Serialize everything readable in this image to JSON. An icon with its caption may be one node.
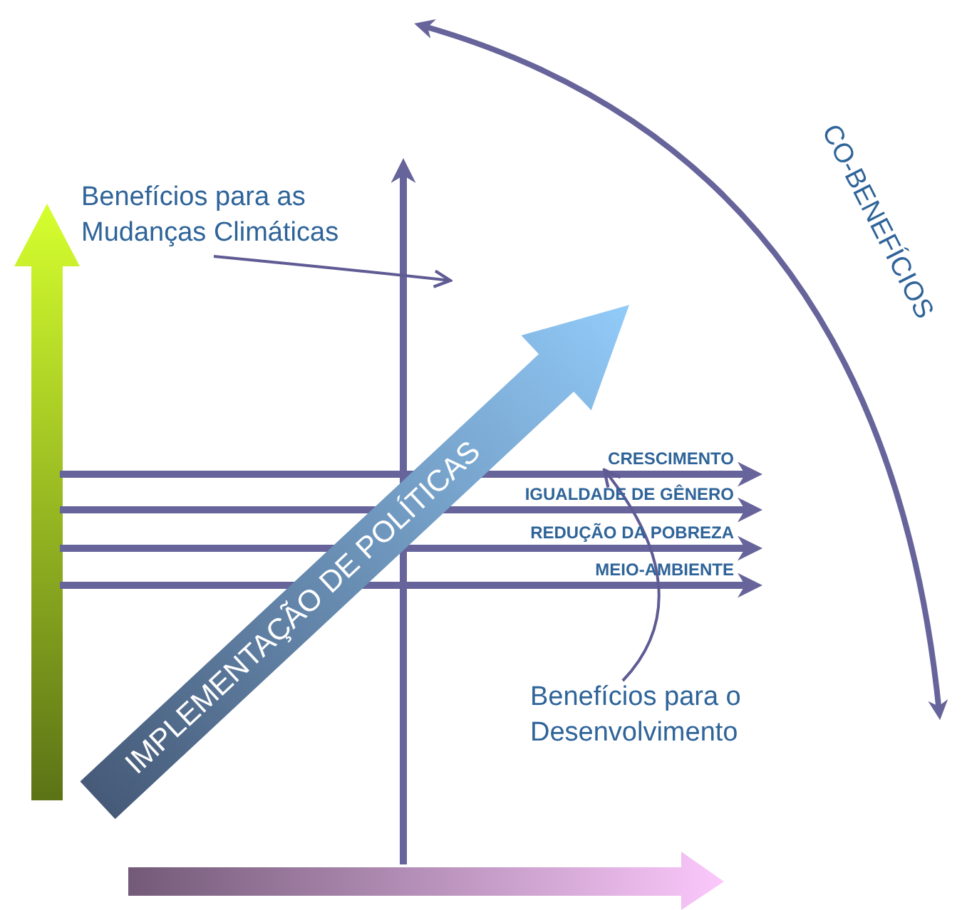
{
  "diagram": {
    "nodes": [
      {
        "text": [
          "Benefícios para as Mudanças Climáticas"
        ]
      },
      {
        "text": [
          "Benefícios para o Desenvolvimento"
        ]
      },
      {
        "text": [
          "IMPLEMENTAÇÃO DE POLÍTICAS"
        ]
      },
      {
        "text": [
          "CO-BENEFÍCIOS"
        ]
      },
      {
        "text": [
          "CRESCIMENTO"
        ]
      }
    ],
    "edges": [
      {
        "from": 0,
        "to": null,
        "arrow": "to"
      },
      {
        "from": 1,
        "to": 4,
        "arrow": "to"
      }
    ],
    "labels": [
      "IGUALDADE DE GÊNERO",
      "REDUÇÃO DA POBREZA",
      "MEIO-AMBIENTE"
    ]
  }
}
